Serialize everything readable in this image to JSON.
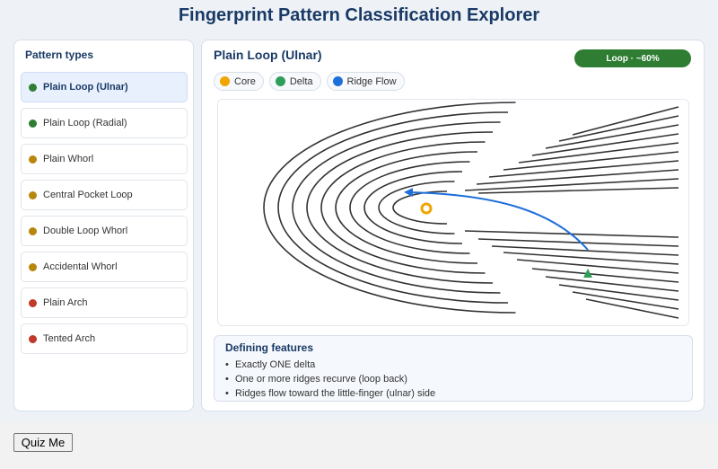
{
  "app": {
    "title": "Fingerprint Pattern Classification Explorer"
  },
  "sidebar": {
    "heading": "Pattern types",
    "items": [
      {
        "label": "Plain Loop (Ulnar)",
        "color": "#2e7d32",
        "active": true
      },
      {
        "label": "Plain Loop (Radial)",
        "color": "#2e7d32",
        "active": false
      },
      {
        "label": "Plain Whorl",
        "color": "#b8860b",
        "active": false
      },
      {
        "label": "Central Pocket Loop",
        "color": "#b8860b",
        "active": false
      },
      {
        "label": "Double Loop Whorl",
        "color": "#b8860b",
        "active": false
      },
      {
        "label": "Accidental Whorl",
        "color": "#b8860b",
        "active": false
      },
      {
        "label": "Plain Arch",
        "color": "#c0392b",
        "active": false
      },
      {
        "label": "Tented Arch",
        "color": "#c0392b",
        "active": false
      }
    ]
  },
  "main": {
    "title": "Plain Loop (Ulnar)",
    "badge": "Loop · ~60%",
    "badge_color": "#2e7d32",
    "legend": [
      {
        "label": "Core",
        "color": "#f0a500",
        "icon": "core-dot-icon"
      },
      {
        "label": "Delta",
        "color": "#2e9e58",
        "icon": "delta-dot-icon"
      },
      {
        "label": "Ridge Flow",
        "color": "#1e6fd9",
        "icon": "ridge-flow-dot-icon"
      }
    ],
    "diagram": {
      "ridge_color": "#333333",
      "core_color": "#f0a500",
      "delta_color": "#2e9e58",
      "flow_color": "#1e6fd9"
    },
    "features": {
      "heading": "Defining features",
      "items": [
        "Exactly ONE delta",
        "One or more ridges recurve (loop back)",
        "Ridges flow toward the little-finger (ulnar) side"
      ]
    }
  },
  "footer": {
    "quiz_label": "Quiz Me"
  }
}
